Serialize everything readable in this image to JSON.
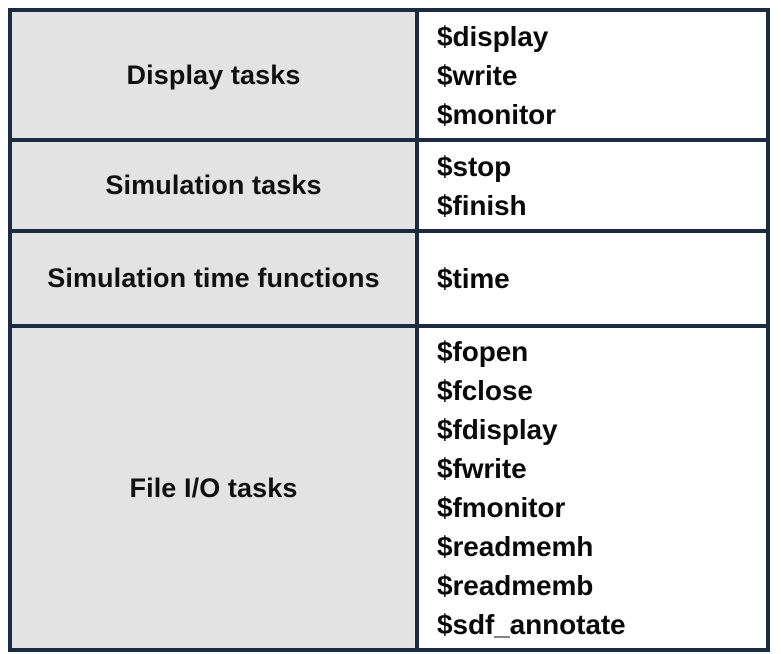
{
  "table": {
    "rows": [
      {
        "category": "Display tasks",
        "tasks": [
          "$display",
          "$write",
          "$monitor"
        ]
      },
      {
        "category": "Simulation tasks",
        "tasks": [
          "$stop",
          "$finish"
        ]
      },
      {
        "category": "Simulation time functions",
        "tasks": [
          "$time"
        ]
      },
      {
        "category": "File I/O tasks",
        "tasks": [
          "$fopen",
          "$fclose",
          "$fdisplay",
          "$fwrite",
          "$fmonitor",
          "$readmemh",
          "$readmemb",
          "$sdf_annotate"
        ]
      }
    ]
  },
  "colors": {
    "border": "#1b2b42",
    "category_background": "#e3e3e3",
    "task_background": "#ffffff",
    "text": "#0a0a0a"
  }
}
